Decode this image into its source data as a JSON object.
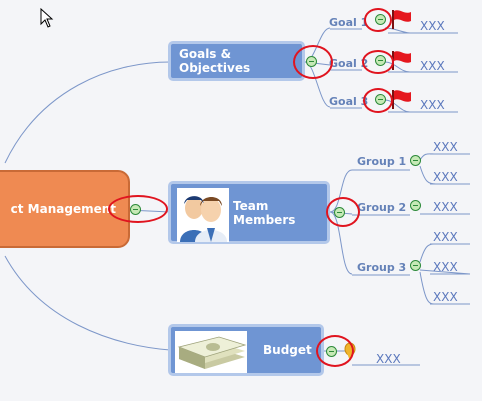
{
  "root": {
    "label": "ct Management"
  },
  "branches": {
    "goals": {
      "label": "Goals & Objectives"
    },
    "team": {
      "label": "Team Members"
    },
    "budget": {
      "label": "Budget"
    }
  },
  "goals": [
    {
      "label": "Goal 1",
      "value": "XXX"
    },
    {
      "label": "Goal 2",
      "value": "XXX"
    },
    {
      "label": "Goal 3",
      "value": "XXX"
    }
  ],
  "groups": [
    {
      "label": "Group 1",
      "values": [
        "XXX",
        "XXX"
      ]
    },
    {
      "label": "Group 2",
      "values": [
        "XXX"
      ]
    },
    {
      "label": "Group 3",
      "values": [
        "XXX",
        "XXX",
        "XXX"
      ]
    }
  ],
  "budget_item": {
    "value": "XXX"
  },
  "icons": {
    "collapse": "minus-circle-icon",
    "flag": "red-flag-icon",
    "people": "people-icon",
    "money": "money-stack-icon",
    "pointer": "mouse-pointer-icon"
  },
  "colors": {
    "root_fill": "#ef8a52",
    "branch_fill": "#6f95d3",
    "branch_border": "#b3c8ea",
    "highlight_ring": "#e0141f",
    "text_link": "#5b78bd",
    "connector": "#7d97c9"
  }
}
